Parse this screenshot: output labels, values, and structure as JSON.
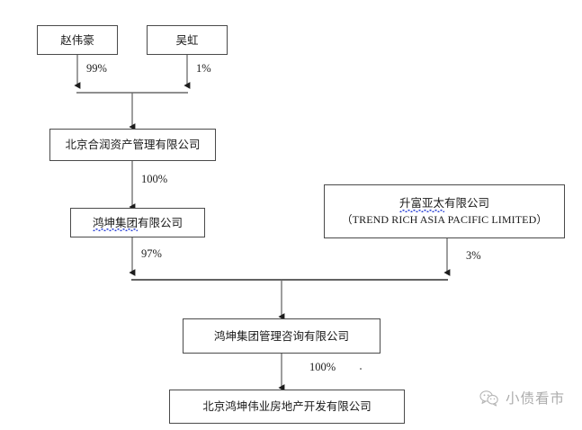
{
  "diagram": {
    "type": "ownership-structure-chart",
    "nodes": [
      {
        "id": "zhao",
        "cn": "赵伟豪",
        "en": "",
        "underline_prefix": ""
      },
      {
        "id": "wuhong",
        "cn": "吴虹",
        "en": "",
        "underline_prefix": ""
      },
      {
        "id": "herun",
        "cn": "北京合润资产管理有限公司",
        "en": "",
        "underline_prefix": ""
      },
      {
        "id": "hongkun_grp",
        "cn": "鸿坤集团有限公司",
        "en": "",
        "underline_prefix": "鸿坤集团"
      },
      {
        "id": "trendrich",
        "cn": "升富亚太有限公司",
        "en": "（TREND RICH ASIA PACIFIC LIMITED）",
        "underline_prefix": "升富亚太"
      },
      {
        "id": "consulting",
        "cn": "鸿坤集团管理咨询有限公司",
        "en": "",
        "underline_prefix": ""
      },
      {
        "id": "weiye",
        "cn": "北京鸿坤伟业房地产开发有限公司",
        "en": "",
        "underline_prefix": ""
      }
    ],
    "edges": [
      {
        "id": "e1",
        "from": "zhao",
        "to": "herun",
        "label": "99%"
      },
      {
        "id": "e2",
        "from": "wuhong",
        "to": "herun",
        "label": "1%"
      },
      {
        "id": "e3",
        "from": "herun",
        "to": "hongkun_grp",
        "label": "100%"
      },
      {
        "id": "e4",
        "from": "hongkun_grp",
        "to": "consulting",
        "label": "97%"
      },
      {
        "id": "e5",
        "from": "trendrich",
        "to": "consulting",
        "label": "3%"
      },
      {
        "id": "e6",
        "from": "consulting",
        "to": "weiye",
        "label": "100%"
      }
    ]
  },
  "watermark": {
    "text": "小债看市",
    "icon": "wechat-bubbles-icon"
  },
  "colors": {
    "box_border": "#4a4a4a",
    "line": "#4a4a4a",
    "text": "#1a1a1a",
    "spellcheck_underline": "#2b43d6",
    "watermark": "#8d8d8d",
    "background": "#ffffff"
  }
}
